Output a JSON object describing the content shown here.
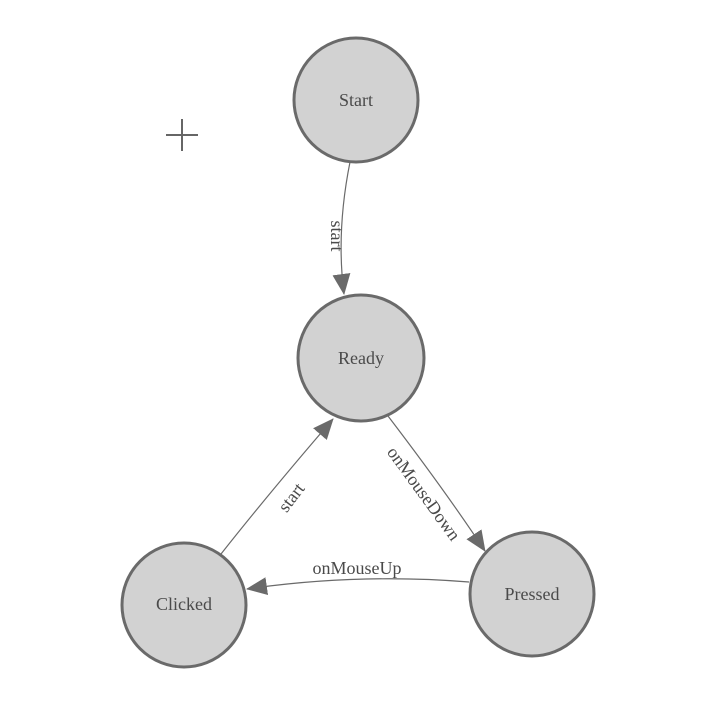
{
  "diagram": {
    "type": "state-machine",
    "colors": {
      "background": "#ffffff",
      "node_fill": "#d2d2d2",
      "node_stroke": "#6a6a6a",
      "edge_stroke": "#6a6a6a",
      "arrowhead_fill": "#6a6a6a",
      "text": "#4a4a4a",
      "crosshair": "#666666"
    },
    "nodes": [
      {
        "id": "start",
        "label": "Start"
      },
      {
        "id": "ready",
        "label": "Ready"
      },
      {
        "id": "clicked",
        "label": "Clicked"
      },
      {
        "id": "pressed",
        "label": "Pressed"
      }
    ],
    "edges": [
      {
        "from": "start",
        "to": "ready",
        "label": "start"
      },
      {
        "from": "clicked",
        "to": "ready",
        "label": "start"
      },
      {
        "from": "ready",
        "to": "pressed",
        "label": "onMouseDown"
      },
      {
        "from": "pressed",
        "to": "clicked",
        "label": "onMouseUp"
      }
    ],
    "cursor": {
      "icon": "crosshair-plus-icon"
    }
  }
}
